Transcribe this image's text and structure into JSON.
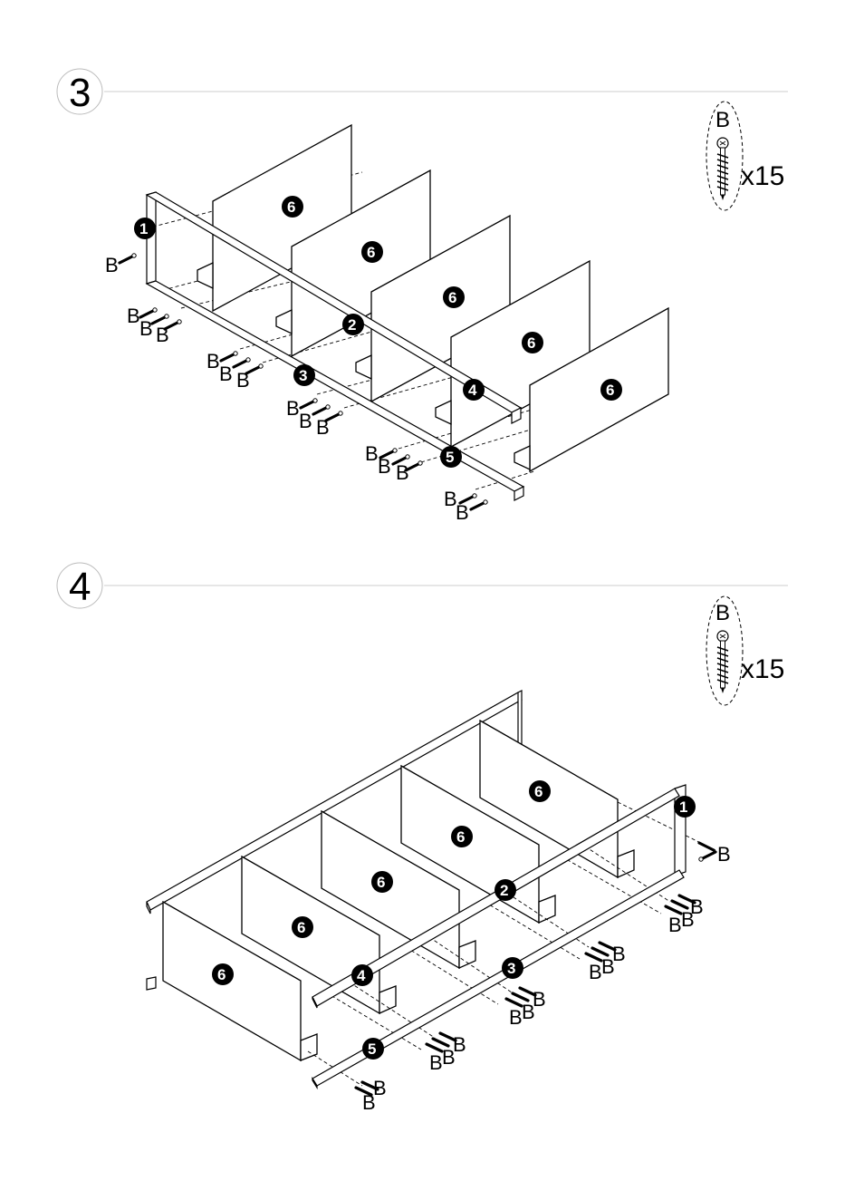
{
  "steps": [
    {
      "number": "3",
      "hardware": {
        "label": "B",
        "quantity": "x15"
      },
      "panel_label": "6",
      "rail_labels": [
        "1",
        "2",
        "3",
        "4",
        "5"
      ],
      "screw_label": "B"
    },
    {
      "number": "4",
      "hardware": {
        "label": "B",
        "quantity": "x15"
      },
      "panel_label": "6",
      "rail_labels": [
        "1",
        "2",
        "3",
        "4",
        "5"
      ],
      "screw_label": "B"
    }
  ]
}
